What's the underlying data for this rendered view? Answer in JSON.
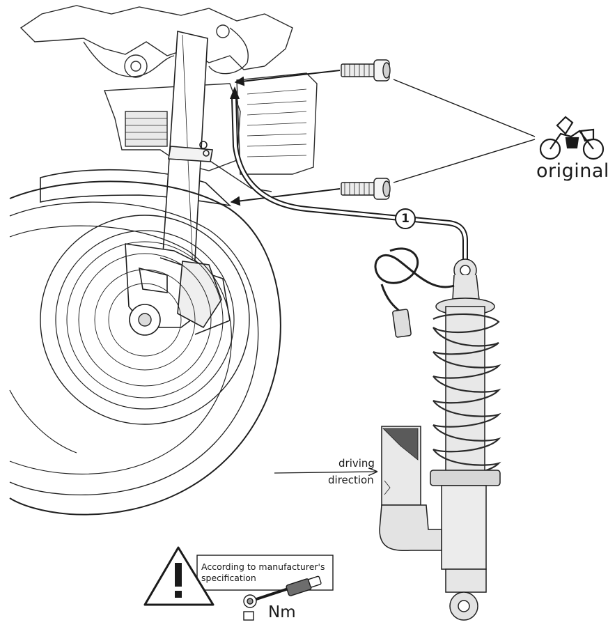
{
  "callout": {
    "number": "1"
  },
  "original": {
    "label": "original",
    "icon": "motorcycle-with-boxes-icon"
  },
  "driving_direction": {
    "line1": "driving",
    "line2": "direction"
  },
  "torque_note": {
    "text": "According to manufacturer's specification",
    "unit": "Nm",
    "icon": "warning-triangle-icon"
  }
}
